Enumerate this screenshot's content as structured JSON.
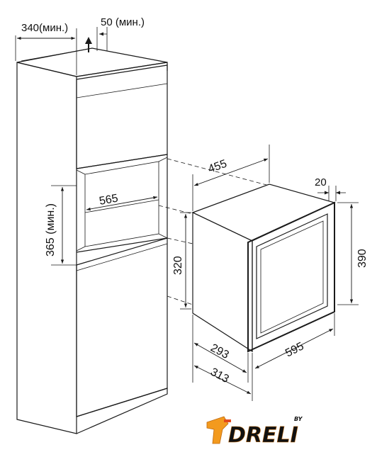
{
  "diagram": {
    "labels": {
      "cabinet_depth": "340(мин.)",
      "ventilation_gap": "50 (мин.)",
      "niche_width": "565",
      "niche_height": "365 (мин.)",
      "oven_width_top": "455",
      "oven_height_left": "320",
      "front_thickness": "20",
      "front_height": "390",
      "depth_inner": "293",
      "depth_outer": "313",
      "front_width": "595"
    }
  },
  "logo": {
    "text": "DRELI",
    "superscript": "BY",
    "colors": {
      "primary": "#f39a1e",
      "accent": "#e24a1c"
    }
  }
}
